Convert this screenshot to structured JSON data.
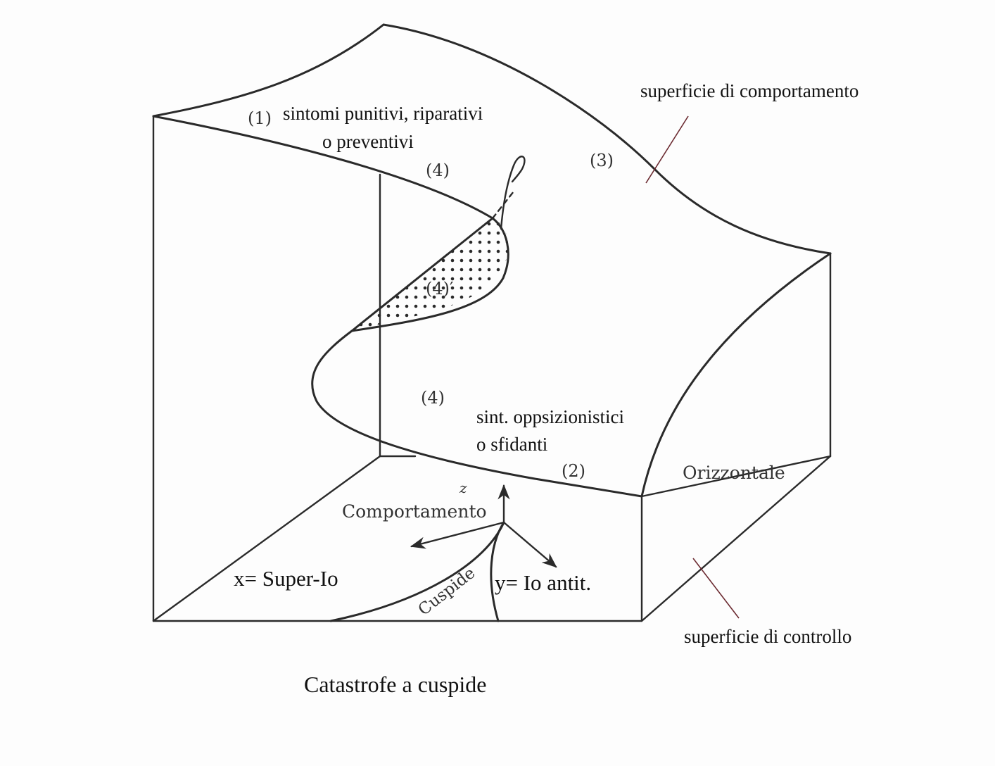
{
  "diagram": {
    "caption": "Catastrofe a cuspide",
    "labels": {
      "behavior_surface": "superficie di comportamento",
      "control_surface": "superficie di controllo",
      "region1_num": "(1)",
      "region1_line1": "sintomi punitivi, riparativi",
      "region1_line2": "o preventivi",
      "region2_line1": "sint. oppsizionistici",
      "region2_line2": "o sfidanti",
      "region2_num": "(2)",
      "region3_num": "(3)",
      "region4_top": "(4)",
      "region4_prime": "(4)′",
      "region4_mid": "(4)",
      "horizontal": "Orizzontale",
      "z_axis": "z",
      "behavior_axis": "Comportamento",
      "x_axis": "x= Super-Io",
      "y_axis": "y= Io antit.",
      "cusp": "Cuspide"
    },
    "colors": {
      "ink": "#2a2a2a",
      "leader": "#6b2a30"
    }
  }
}
